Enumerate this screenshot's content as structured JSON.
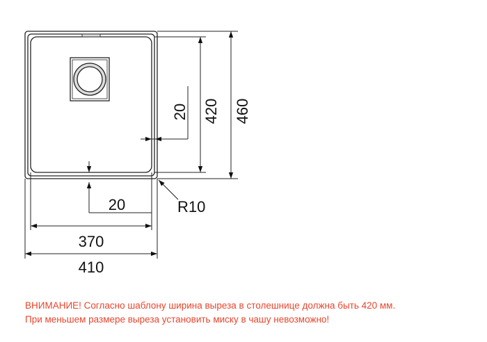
{
  "dimensions": {
    "outer_width": "410",
    "inner_width": "370",
    "outer_height": "460",
    "inner_height": "420",
    "drain_offset_right": "20",
    "drain_offset_bottom": "20",
    "corner_radius": "R10"
  },
  "warning": {
    "line1": "ВНИМАНИЕ! Согласно шаблону ширина выреза в столешнице должна быть 420 мм.",
    "line2": "При меньшем размере выреза установить миску в чашу невозможно!",
    "color": "#e8452c"
  }
}
